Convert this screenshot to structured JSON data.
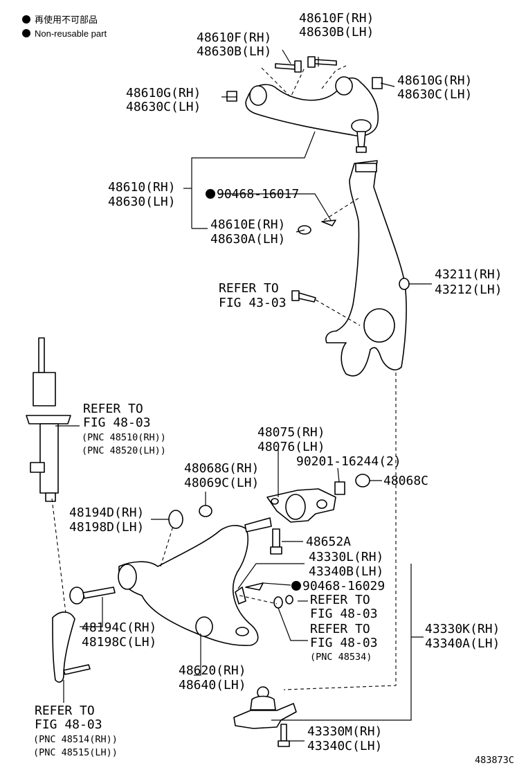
{
  "legend": {
    "reusable_jp": "再使用不可部品",
    "nonreusable_en": "Non-reusable part"
  },
  "labels": {
    "p48610f_top_rh": "48610F(RH)",
    "p48630b_top_lh": "48630B(LH)",
    "p48610f_left_rh": "48610F(RH)",
    "p48630b_left_lh": "48630B(LH)",
    "p48610g_right_rh": "48610G(RH)",
    "p48630c_right_lh": "48630C(LH)",
    "p48610g_left_rh": "48610G(RH)",
    "p48630c_left_lh": "48630C(LH)",
    "p48610_rh": "48610(RH)",
    "p48630_lh": "48630(LH)",
    "p90468_16017": "90468-16017",
    "p48610e_rh": "48610E(RH)",
    "p48630a_lh": "48630A(LH)",
    "p43211_rh": "43211(RH)",
    "p43212_lh": "43212(LH)",
    "refer_4303_a": "REFER TO",
    "refer_4303_b": "FIG 43-03",
    "refer_4803_shock_a": "REFER TO",
    "refer_4803_shock_b": "FIG 48-03",
    "pnc_48510": "(PNC 48510(RH))",
    "pnc_48520": "(PNC 48520(LH))",
    "p48075_rh": "48075(RH)",
    "p48076_lh": "48076(LH)",
    "p90201_16244": "90201-16244(2)",
    "p48068c": "48068C",
    "p48068g_rh": "48068G(RH)",
    "p48069c_lh": "48069C(LH)",
    "p48194d_rh": "48194D(RH)",
    "p48198d_lh": "48198D(LH)",
    "p48652a": "48652A",
    "p43330l_rh": "43330L(RH)",
    "p43340b_lh": "43340B(LH)",
    "p90468_16029": "90468-16029",
    "refer_4803_c_a": "REFER TO",
    "refer_4803_c_b": "FIG 48-03",
    "refer_4803_d_a": "REFER TO",
    "refer_4803_d_b": "FIG 48-03",
    "pnc_48534": "(PNC 48534)",
    "p48194c_rh": "48194C(RH)",
    "p48198c_lh": "48198C(LH)",
    "p43330k_rh": "43330K(RH)",
    "p43340a_lh": "43340A(LH)",
    "p48620_rh": "48620(RH)",
    "p48640_lh": "48640(LH)",
    "refer_4803_e_a": "REFER TO",
    "refer_4803_e_b": "FIG 48-03",
    "pnc_48514": "(PNC 48514(RH))",
    "pnc_48515": "(PNC 48515(LH))",
    "p43330m_rh": "43330M(RH)",
    "p43340c_lh": "43340C(LH)",
    "figure_code": "483873C"
  },
  "colors": {
    "ink": "#000000",
    "paper": "#ffffff"
  }
}
